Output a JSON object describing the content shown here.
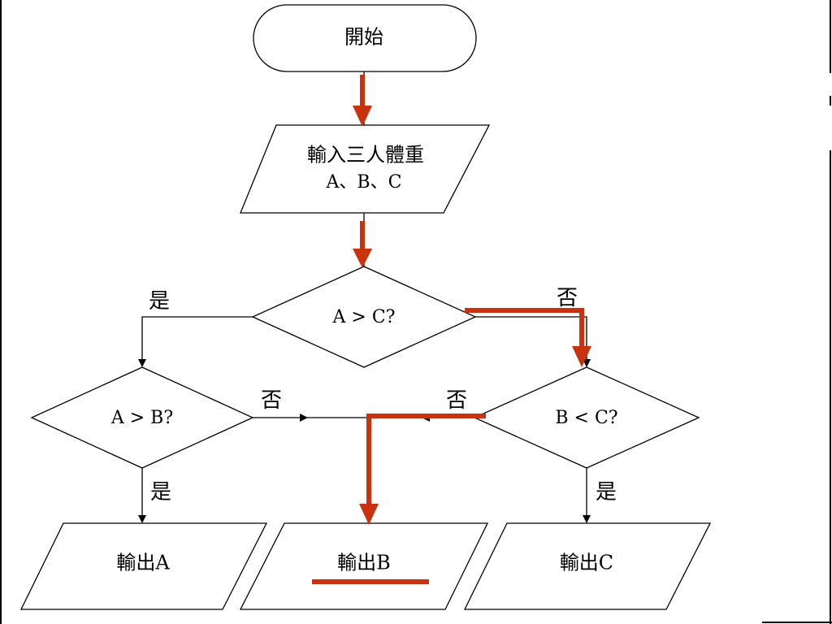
{
  "flowchart": {
    "start": "開始",
    "input_line1": "輸入三人體重",
    "input_line2": "A、B、C",
    "decision_ac": "A > C?",
    "decision_ab": "A > B?",
    "decision_bc": "B < C?",
    "output_a": "輸出A",
    "output_b": "輸出B",
    "output_c": "輸出C",
    "label_yes_ac": "是",
    "label_no_ac": "否",
    "label_no_ab": "否",
    "label_no_bc": "否",
    "label_yes_ab": "是",
    "label_yes_bc": "是"
  },
  "colors": {
    "highlight": "#c8320f",
    "line": "#000000"
  }
}
